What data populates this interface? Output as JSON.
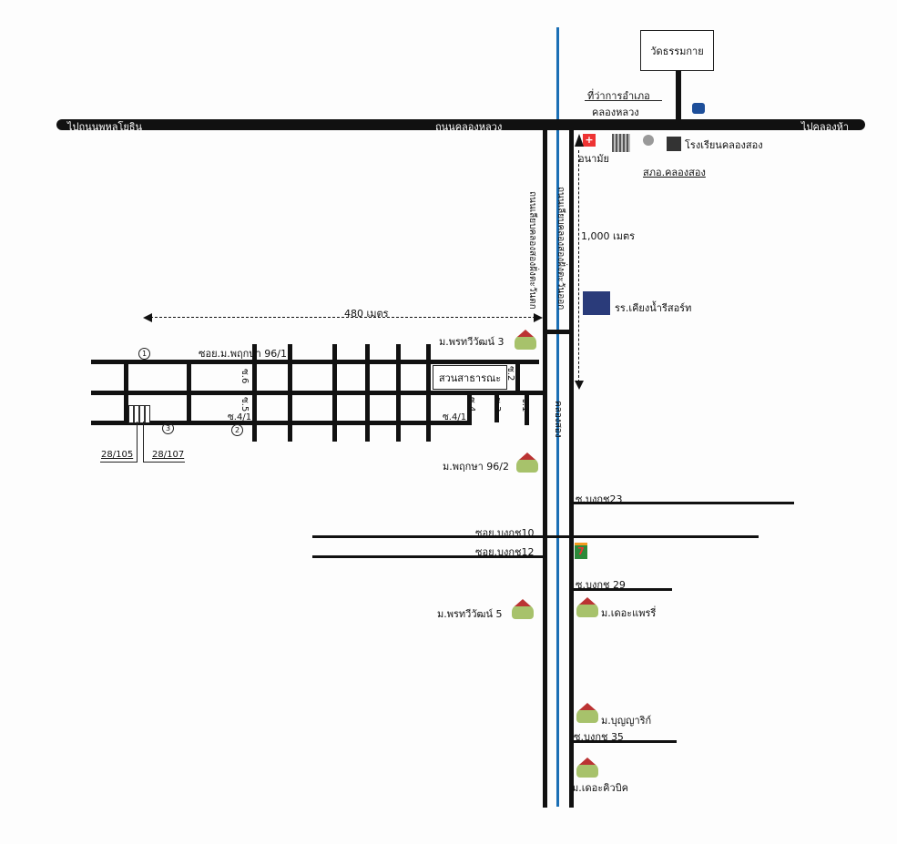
{
  "roads": {
    "main_road": "ถนนคลองหลวง",
    "to_left": "ไปถนนพหลโยธิน",
    "to_right": "ไปคลองห้า",
    "west_bank_road": "ถนนเลียบคลองสองฝั่งตะวันตก",
    "east_bank_road": "ถนนเลียบคลองสองฝั่งตะวันออก",
    "canal": "คลองสอง",
    "soi_96_1": "ซอย.ม.พฤกษา 96/1",
    "s41a": "ซ.4/1",
    "s41b": "ซ.4/1",
    "s5": "ซ.5",
    "s6": "ซ.6",
    "s4": "ซ.4",
    "s3": "ซ.3",
    "s2": "ซ.2",
    "s1": "ซ.1",
    "bongkot23": "ซ.บงกช23",
    "bongkot10": "ซอย.บงกช10",
    "bongkot12": "ซอย.บงกช12",
    "bongkot29": "ซ.บงกช 29",
    "bongkot35": "ซ.บงกช 35"
  },
  "places": {
    "temple": "วัดธรรมกาย",
    "district_office_1": "ที่ว่าการอำเภอ",
    "district_office_2": "คลองหลวง",
    "health_station": "อนามัย",
    "school": "โรงเรียนคลองสอง",
    "police": "สภอ.คลองสอง",
    "resort": "รร.เคียงน้ำรีสอร์ท",
    "park": "สวนสาธารณะ",
    "v_porntawee3": "ม.พรทวีวัฒน์ 3",
    "v_pruksa96_2": "ม.พฤกษา 96/2",
    "v_porntawee5": "ม.พรทวีวัฒน์ 5",
    "v_prairie": "ม.เดอะแพรรี่",
    "v_boonyarik": "ม.บุญญาริก์",
    "v_cubic": "ม.เดอะคิวบิค",
    "store": "7"
  },
  "distances": {
    "d480": "480 เมตร",
    "d1000": "1,000 เมตร"
  },
  "markers": {
    "m1": "1",
    "m2": "2",
    "m3": "3",
    "house1": "28/105",
    "house2": "28/107"
  },
  "colors": {
    "canal": "#1b6fb5",
    "road": "#111111"
  }
}
